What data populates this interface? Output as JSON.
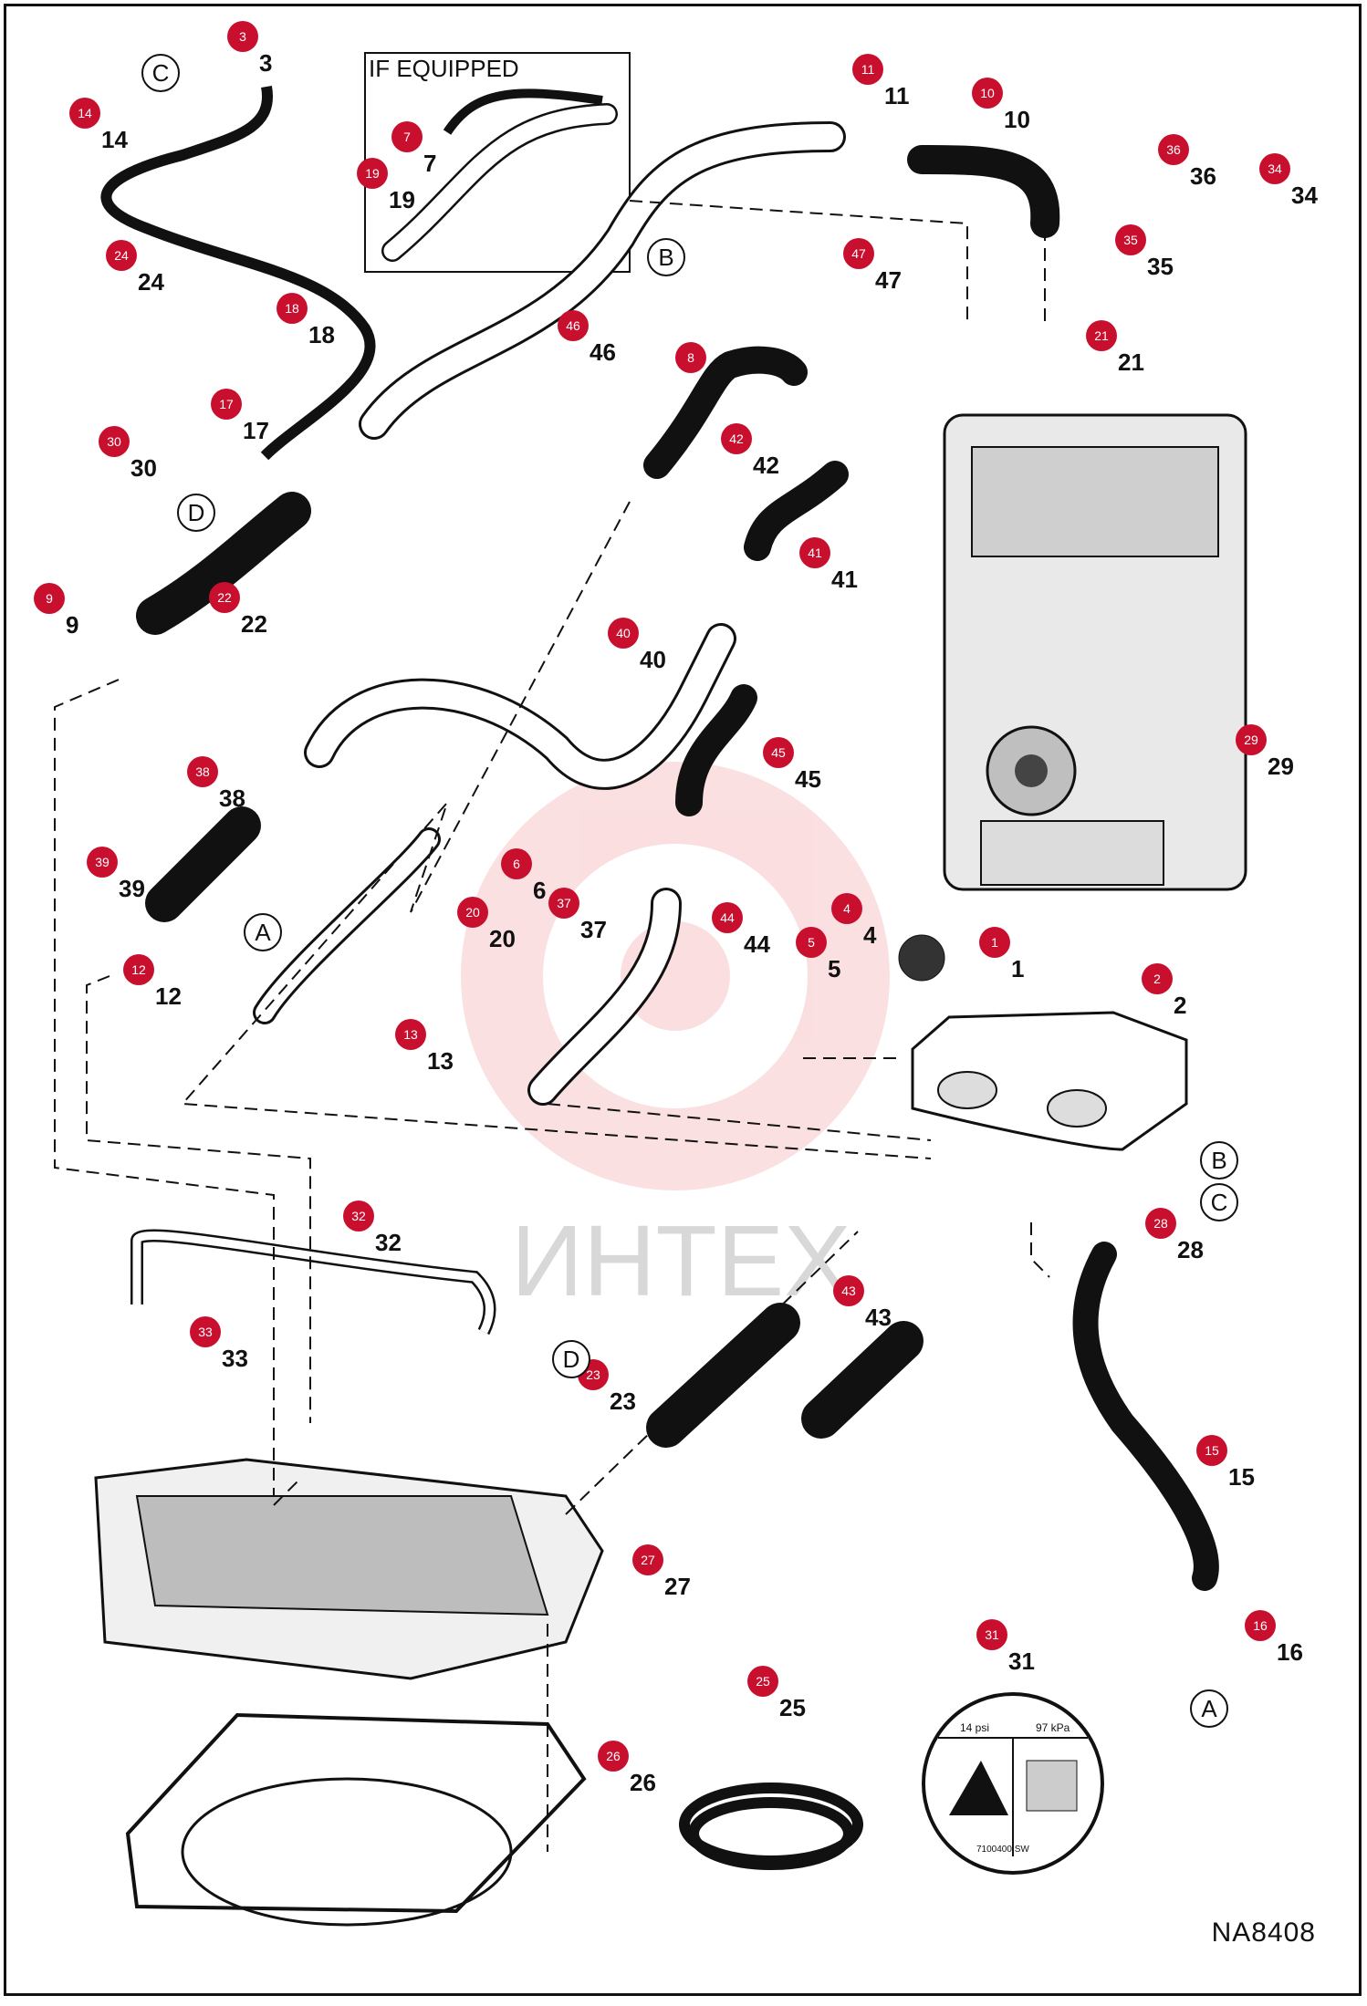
{
  "diagram": {
    "code": "NA8408",
    "inset_label": "IF EQUIPPED",
    "watermark": "ИНТЕХ",
    "badge_color": "#c8102e",
    "callouts": [
      "1",
      "2",
      "3",
      "4",
      "5",
      "6",
      "7",
      "8",
      "9",
      "10",
      "11",
      "12",
      "13",
      "14",
      "15",
      "16",
      "17",
      "18",
      "19",
      "20",
      "21",
      "22",
      "23",
      "24",
      "25",
      "26",
      "27",
      "28",
      "29",
      "30",
      "31",
      "32",
      "33",
      "34",
      "35",
      "36",
      "37",
      "38",
      "39",
      "40",
      "41",
      "42",
      "43",
      "44",
      "45",
      "46",
      "47"
    ],
    "connectors": [
      "A",
      "B",
      "C",
      "D"
    ],
    "decal": {
      "pressure_psi": "14 psi",
      "pressure_kpa": "97 kPa",
      "part_a": "7100400",
      "part_b": "7100400 SW"
    }
  }
}
